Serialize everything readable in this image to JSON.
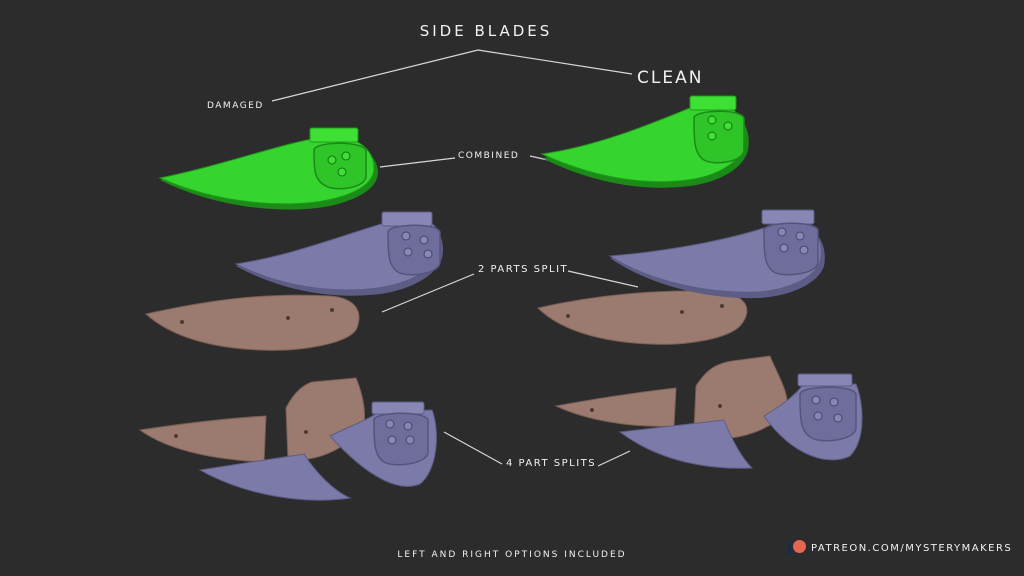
{
  "title": "SIDE BLADES",
  "labels": {
    "damaged": "DAMAGED",
    "clean": "CLEAN",
    "combined": "COMBINED",
    "two_parts": "2 PARTS SPLIT",
    "four_parts": "4 PART SPLITS"
  },
  "footer": "LEFT AND RIGHT OPTIONS INCLUDED",
  "patreon": {
    "icon": "patreon-logo-icon",
    "text": "PATREON.COM/MYSTERYMAKERS",
    "accent": "#e8664f"
  },
  "colors": {
    "background": "#2c2c2c",
    "combined": "#35d42e",
    "guard_part": "#7b7aa8",
    "blade_part": "#9b7b70",
    "line": "#d8d8d8"
  }
}
